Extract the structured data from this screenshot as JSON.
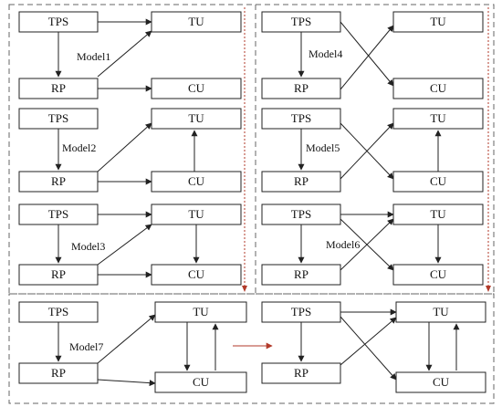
{
  "nodes": {
    "tps": "TPS",
    "tu": "TU",
    "rp": "RP",
    "cu": "CU"
  },
  "models": [
    {
      "label": "Model1"
    },
    {
      "label": "Model2"
    },
    {
      "label": "Model3"
    },
    {
      "label": "Model4"
    },
    {
      "label": "Model5"
    },
    {
      "label": "Model6"
    },
    {
      "label": "Model7"
    },
    {
      "label": ""
    }
  ],
  "colors": {
    "stroke": "#222222",
    "dashed_border": "#666666",
    "accent_arrow": "#b23a2a"
  }
}
